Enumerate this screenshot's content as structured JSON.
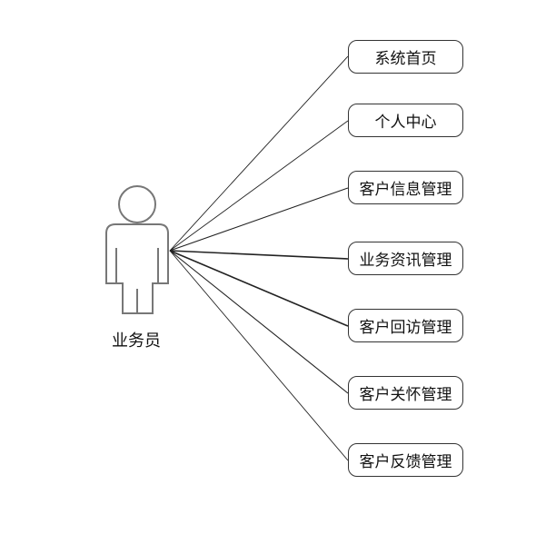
{
  "actor": {
    "label": "业务员",
    "icon": "person-icon"
  },
  "use_cases": [
    {
      "label": "系统首页"
    },
    {
      "label": "个人中心"
    },
    {
      "label": "客户信息管理"
    },
    {
      "label": "业务资讯管理"
    },
    {
      "label": "客户回访管理"
    },
    {
      "label": "客户关怀管理"
    },
    {
      "label": "客户反馈管理"
    }
  ],
  "colors": {
    "actor_stroke": "#777777",
    "line_stroke": "#222222",
    "box_border": "#333333"
  }
}
